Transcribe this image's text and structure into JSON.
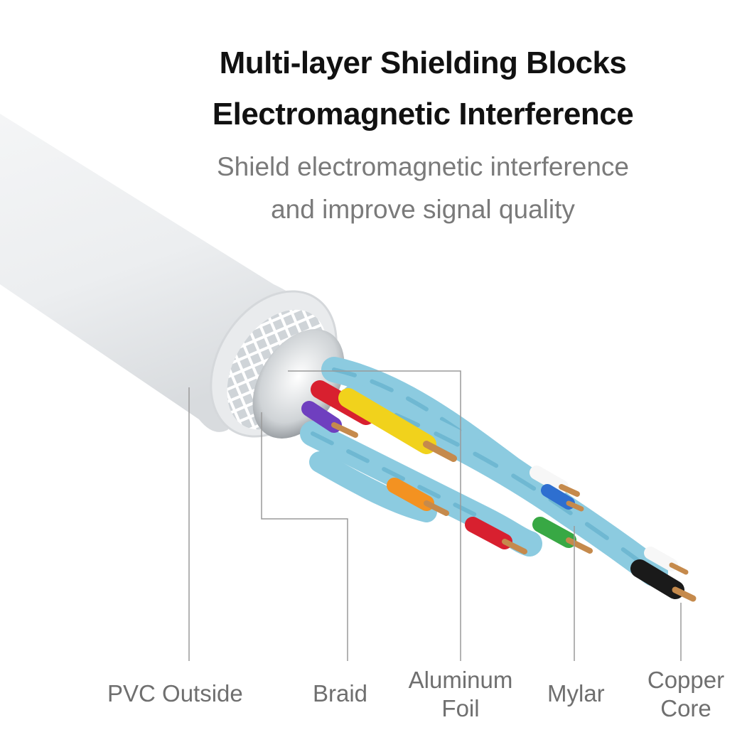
{
  "heading": {
    "line1": "Multi-layer Shielding Blocks",
    "line2": "Electromagnetic Interference"
  },
  "subheading": {
    "line1": "Shield electromagnetic interference",
    "line2": "and improve signal quality"
  },
  "callouts": {
    "pvc": "PVC Outside",
    "braid": "Braid",
    "foil_line1": "Aluminum",
    "foil_line2": "Foil",
    "mylar": "Mylar",
    "copper_line1": "Copper",
    "copper_line2": "Core"
  },
  "colors": {
    "jacket": "#eeeff1",
    "mylar_insulation": "#8ccbe0",
    "copper": "#c58a4c",
    "callout_line": "#9a9a9a",
    "wire_red": "#d8202f",
    "wire_yellow": "#f1d21c",
    "wire_purple": "#6f3fbf",
    "wire_orange": "#f39221",
    "wire_green": "#38a844",
    "wire_blue": "#2e6fd0",
    "wire_black": "#1a1a1a",
    "wire_white": "#f7f7f7"
  }
}
